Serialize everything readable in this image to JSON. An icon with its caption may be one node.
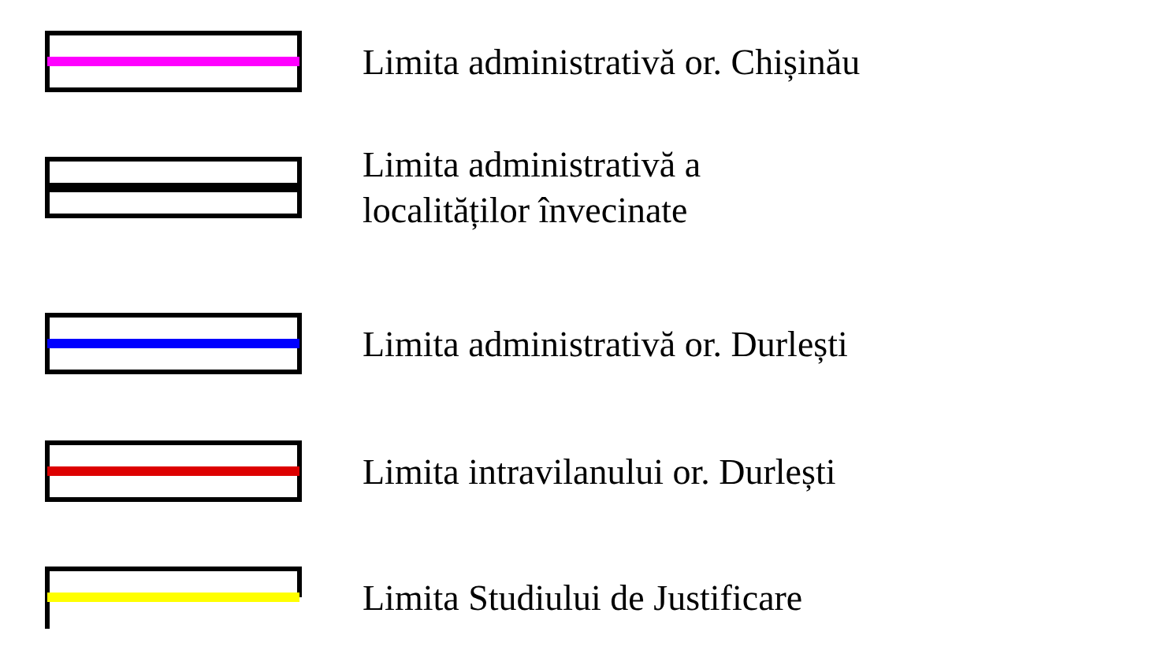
{
  "diagram": {
    "legend": [
      {
        "text": "Limita administrativă or. Chișinău",
        "color": "#ff00ff"
      },
      {
        "text": "Limita administrativă a localităților învecinate",
        "color": "#000000"
      },
      {
        "text": "Limita administrativă or. Durlești",
        "color": "#0000ff"
      },
      {
        "text": "Limita intravilanului or. Durlești",
        "color": "#dd0000"
      },
      {
        "text": "Limita Studiului de Justificare",
        "color": "#ffff00"
      }
    ]
  }
}
